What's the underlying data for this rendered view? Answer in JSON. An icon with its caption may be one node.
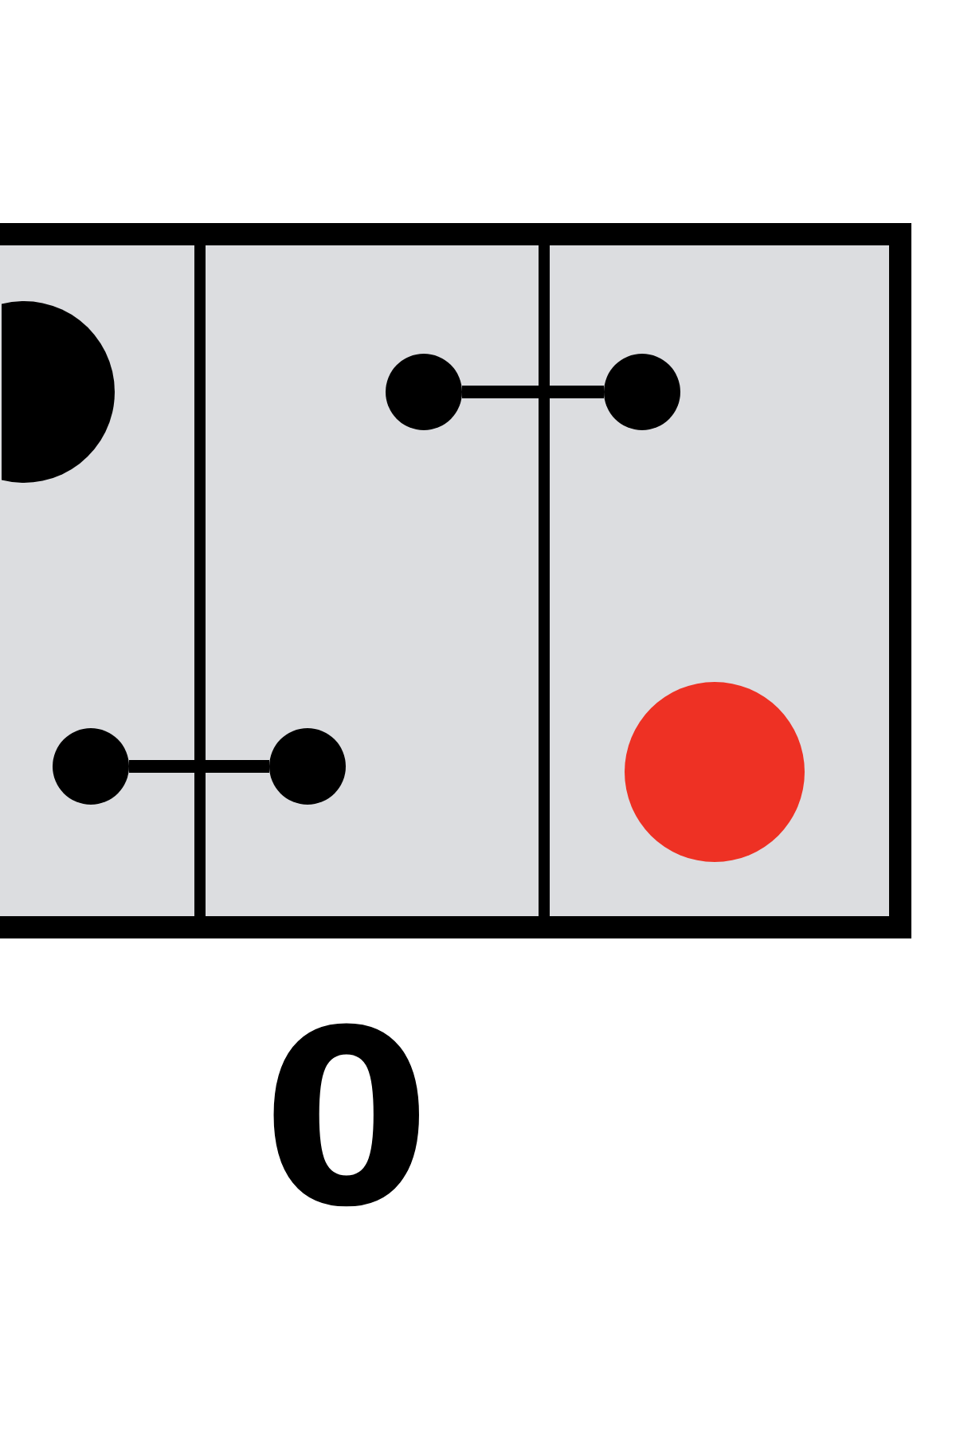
{
  "diagram": {
    "nodes": [
      {
        "text": [],
        "shape": "box"
      },
      {
        "text": [],
        "shape": "circle",
        "in": 0
      },
      {
        "text": [],
        "shape": "circle",
        "in": 0
      },
      {
        "text": [],
        "shape": "box"
      },
      {
        "text": [],
        "shape": "circle",
        "in": 3
      },
      {
        "text": [],
        "shape": "circle",
        "in": 3
      },
      {
        "text": [],
        "shape": "box"
      },
      {
        "text": [],
        "shape": "circle",
        "in": 6
      },
      {
        "text": [],
        "shape": "circle",
        "in": 6
      }
    ],
    "edges": [
      {
        "from": 2,
        "to": 5,
        "arrow": "none"
      },
      {
        "from": 4,
        "to": 7,
        "arrow": "none"
      }
    ],
    "labels": [
      "0"
    ]
  }
}
